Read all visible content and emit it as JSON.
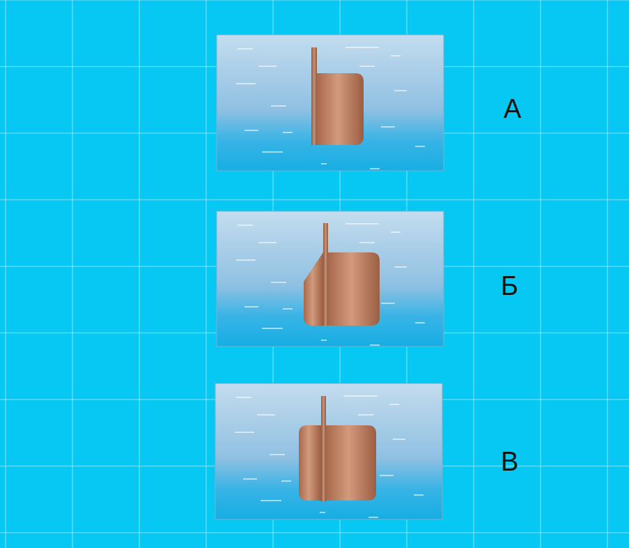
{
  "diagram": {
    "labels": [
      "А",
      "Б",
      "В"
    ]
  }
}
